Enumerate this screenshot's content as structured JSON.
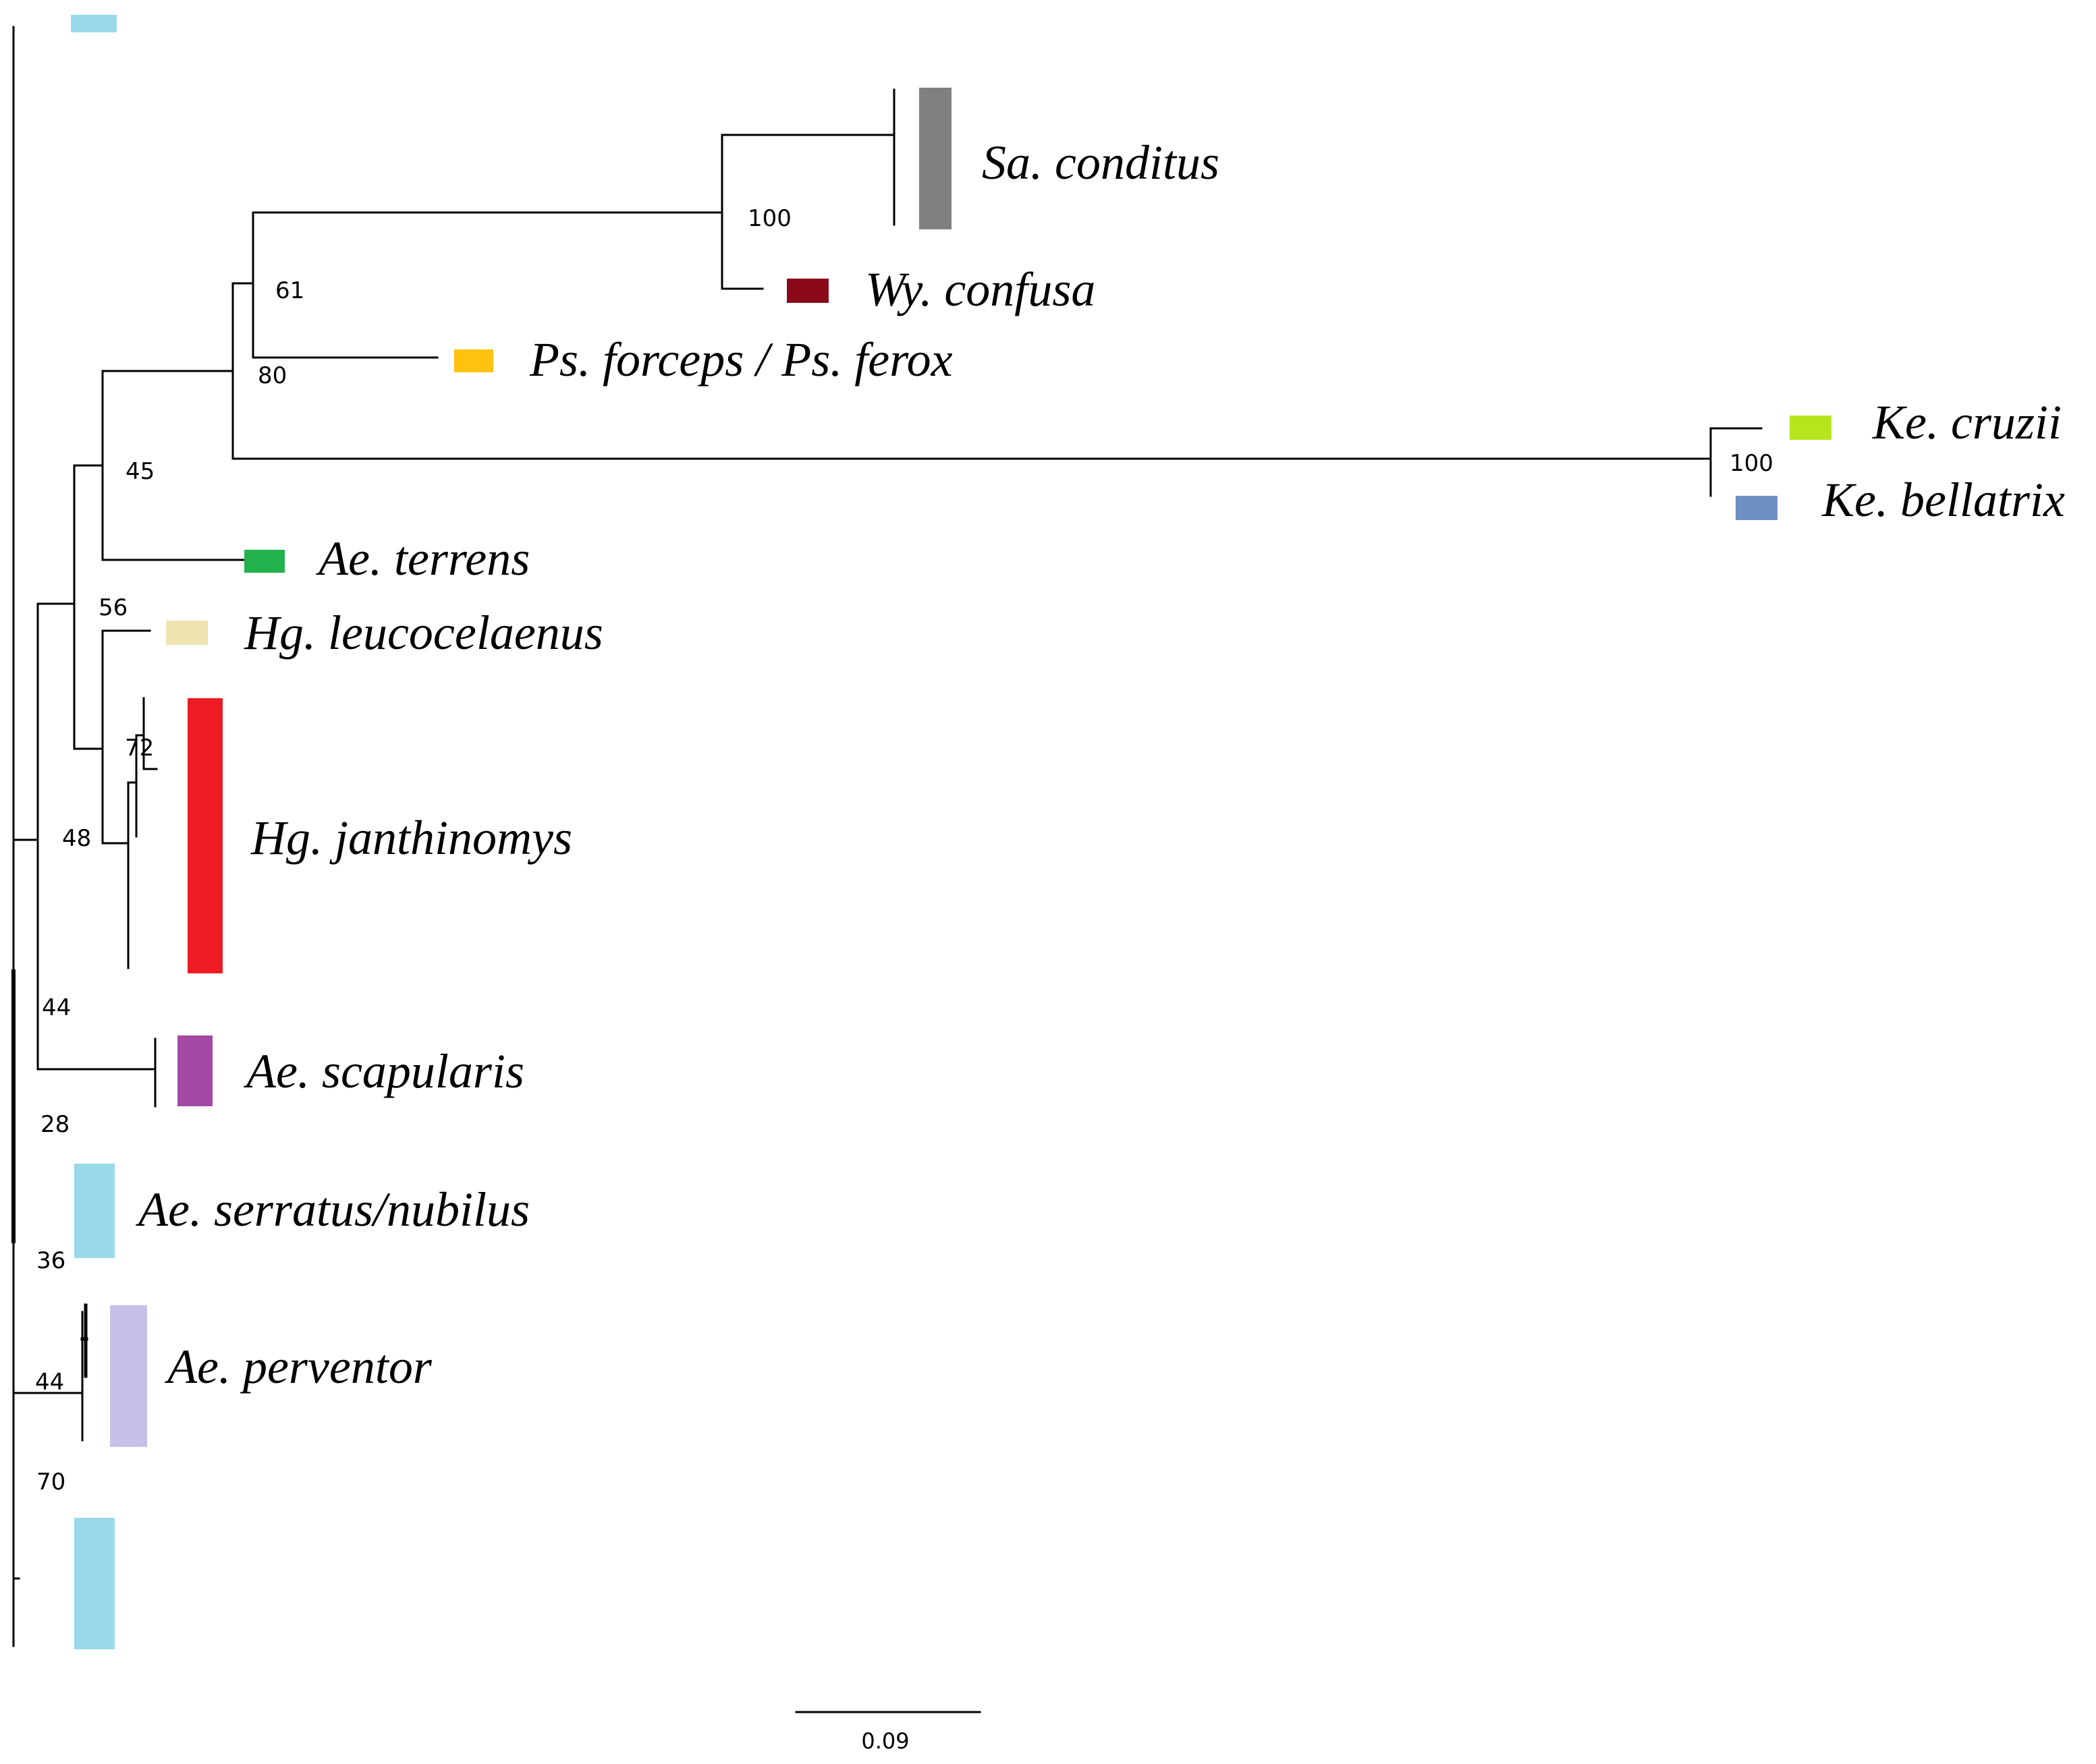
{
  "scale_bar": {
    "label": "0.09"
  },
  "support_values": {
    "sa_conditus": "100",
    "ps_wy": "61",
    "ps_forceps_node": "80",
    "crown": "45",
    "kentropyx": "100",
    "hg_leucocelaenus": "56",
    "hg_janthinomys_inner": "72",
    "hg_group": "48",
    "ae_scapularis_node": "44",
    "lower_28": "28",
    "ae_serratus_node": "36",
    "ae_perventor_node": "44",
    "basal_70": "70"
  },
  "taxa": {
    "sa_conditus": {
      "label": "Sa. conditus",
      "color": "#808080"
    },
    "wy_confusa": {
      "label": "Wy. confusa",
      "color": "#8b0a1a"
    },
    "ps_forceps": {
      "label": "Ps. forceps / Ps. ferox",
      "color": "#ffc20e"
    },
    "ke_cruzii": {
      "label": "Ke. cruzii",
      "color": "#b5e61d"
    },
    "ke_bellatrix": {
      "label": "Ke. bellatrix",
      "color": "#6f90c2"
    },
    "ae_terrens": {
      "label": "Ae. terrens",
      "color": "#22b14c"
    },
    "hg_leucocelaenus": {
      "label": "Hg. leucocelaenus",
      "color": "#efe4b0"
    },
    "hg_janthinomys": {
      "label": "Hg. janthinomys",
      "color": "#ed1c24"
    },
    "ae_scapularis": {
      "label": "Ae. scapularis",
      "color": "#a349a4"
    },
    "ae_serratus": {
      "label": "Ae. serratus/nubilus",
      "color": "#99d9ea"
    },
    "ae_perventor": {
      "label": "Ae. perventor",
      "color": "#c8bfe7"
    }
  }
}
